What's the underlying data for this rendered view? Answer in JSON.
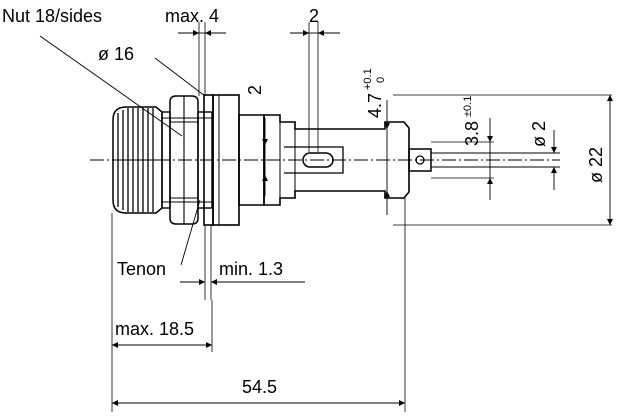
{
  "labels": {
    "nut": "Nut 18/sides",
    "max4": "max. 4",
    "two_top": "2",
    "dia16": "ø 16",
    "two_left": "2",
    "tol47_base": "4.7",
    "tol47_plus": "+0.1",
    "tol47_minus": "0",
    "tol38_base": "3.8",
    "tol38_pm": "±0.1",
    "dia2": "ø 2",
    "dia22": "ø 22",
    "tenon": "Tenon",
    "min13": "min. 1.3",
    "max185": "max. 18.5",
    "len545": "54.5"
  }
}
